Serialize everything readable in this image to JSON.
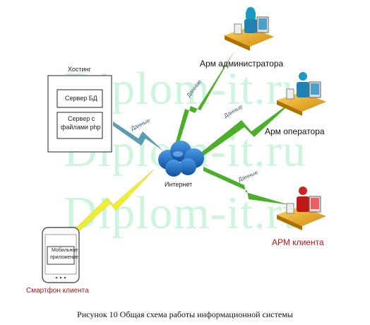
{
  "watermark": "Diplom-it.ru",
  "hosting": {
    "title": "Хостинг",
    "db_server": "Сервер БД",
    "file_server_line1": "Сервер с",
    "file_server_line2": "файлами php"
  },
  "internet_label": "Интернет",
  "edge_label": "Данные",
  "nodes": {
    "admin": "Арм администратора",
    "operator": "Арм оператора",
    "client": "АРМ клиента",
    "smartphone": "Смартфон клиента",
    "mobile_app_line1": "Мобильное",
    "mobile_app_line2": "приложение"
  },
  "caption": "Рисунок 10 Общая схема работы информационной системы",
  "colors": {
    "link_green": "#4caf2a",
    "link_teal": "#5a9bb6",
    "link_yellow": "#f0ee30",
    "cloud": "#1f6fc4",
    "client_accent": "#d22222",
    "workstation_accent": "#1a9ac0",
    "desk": "#f2b530"
  }
}
